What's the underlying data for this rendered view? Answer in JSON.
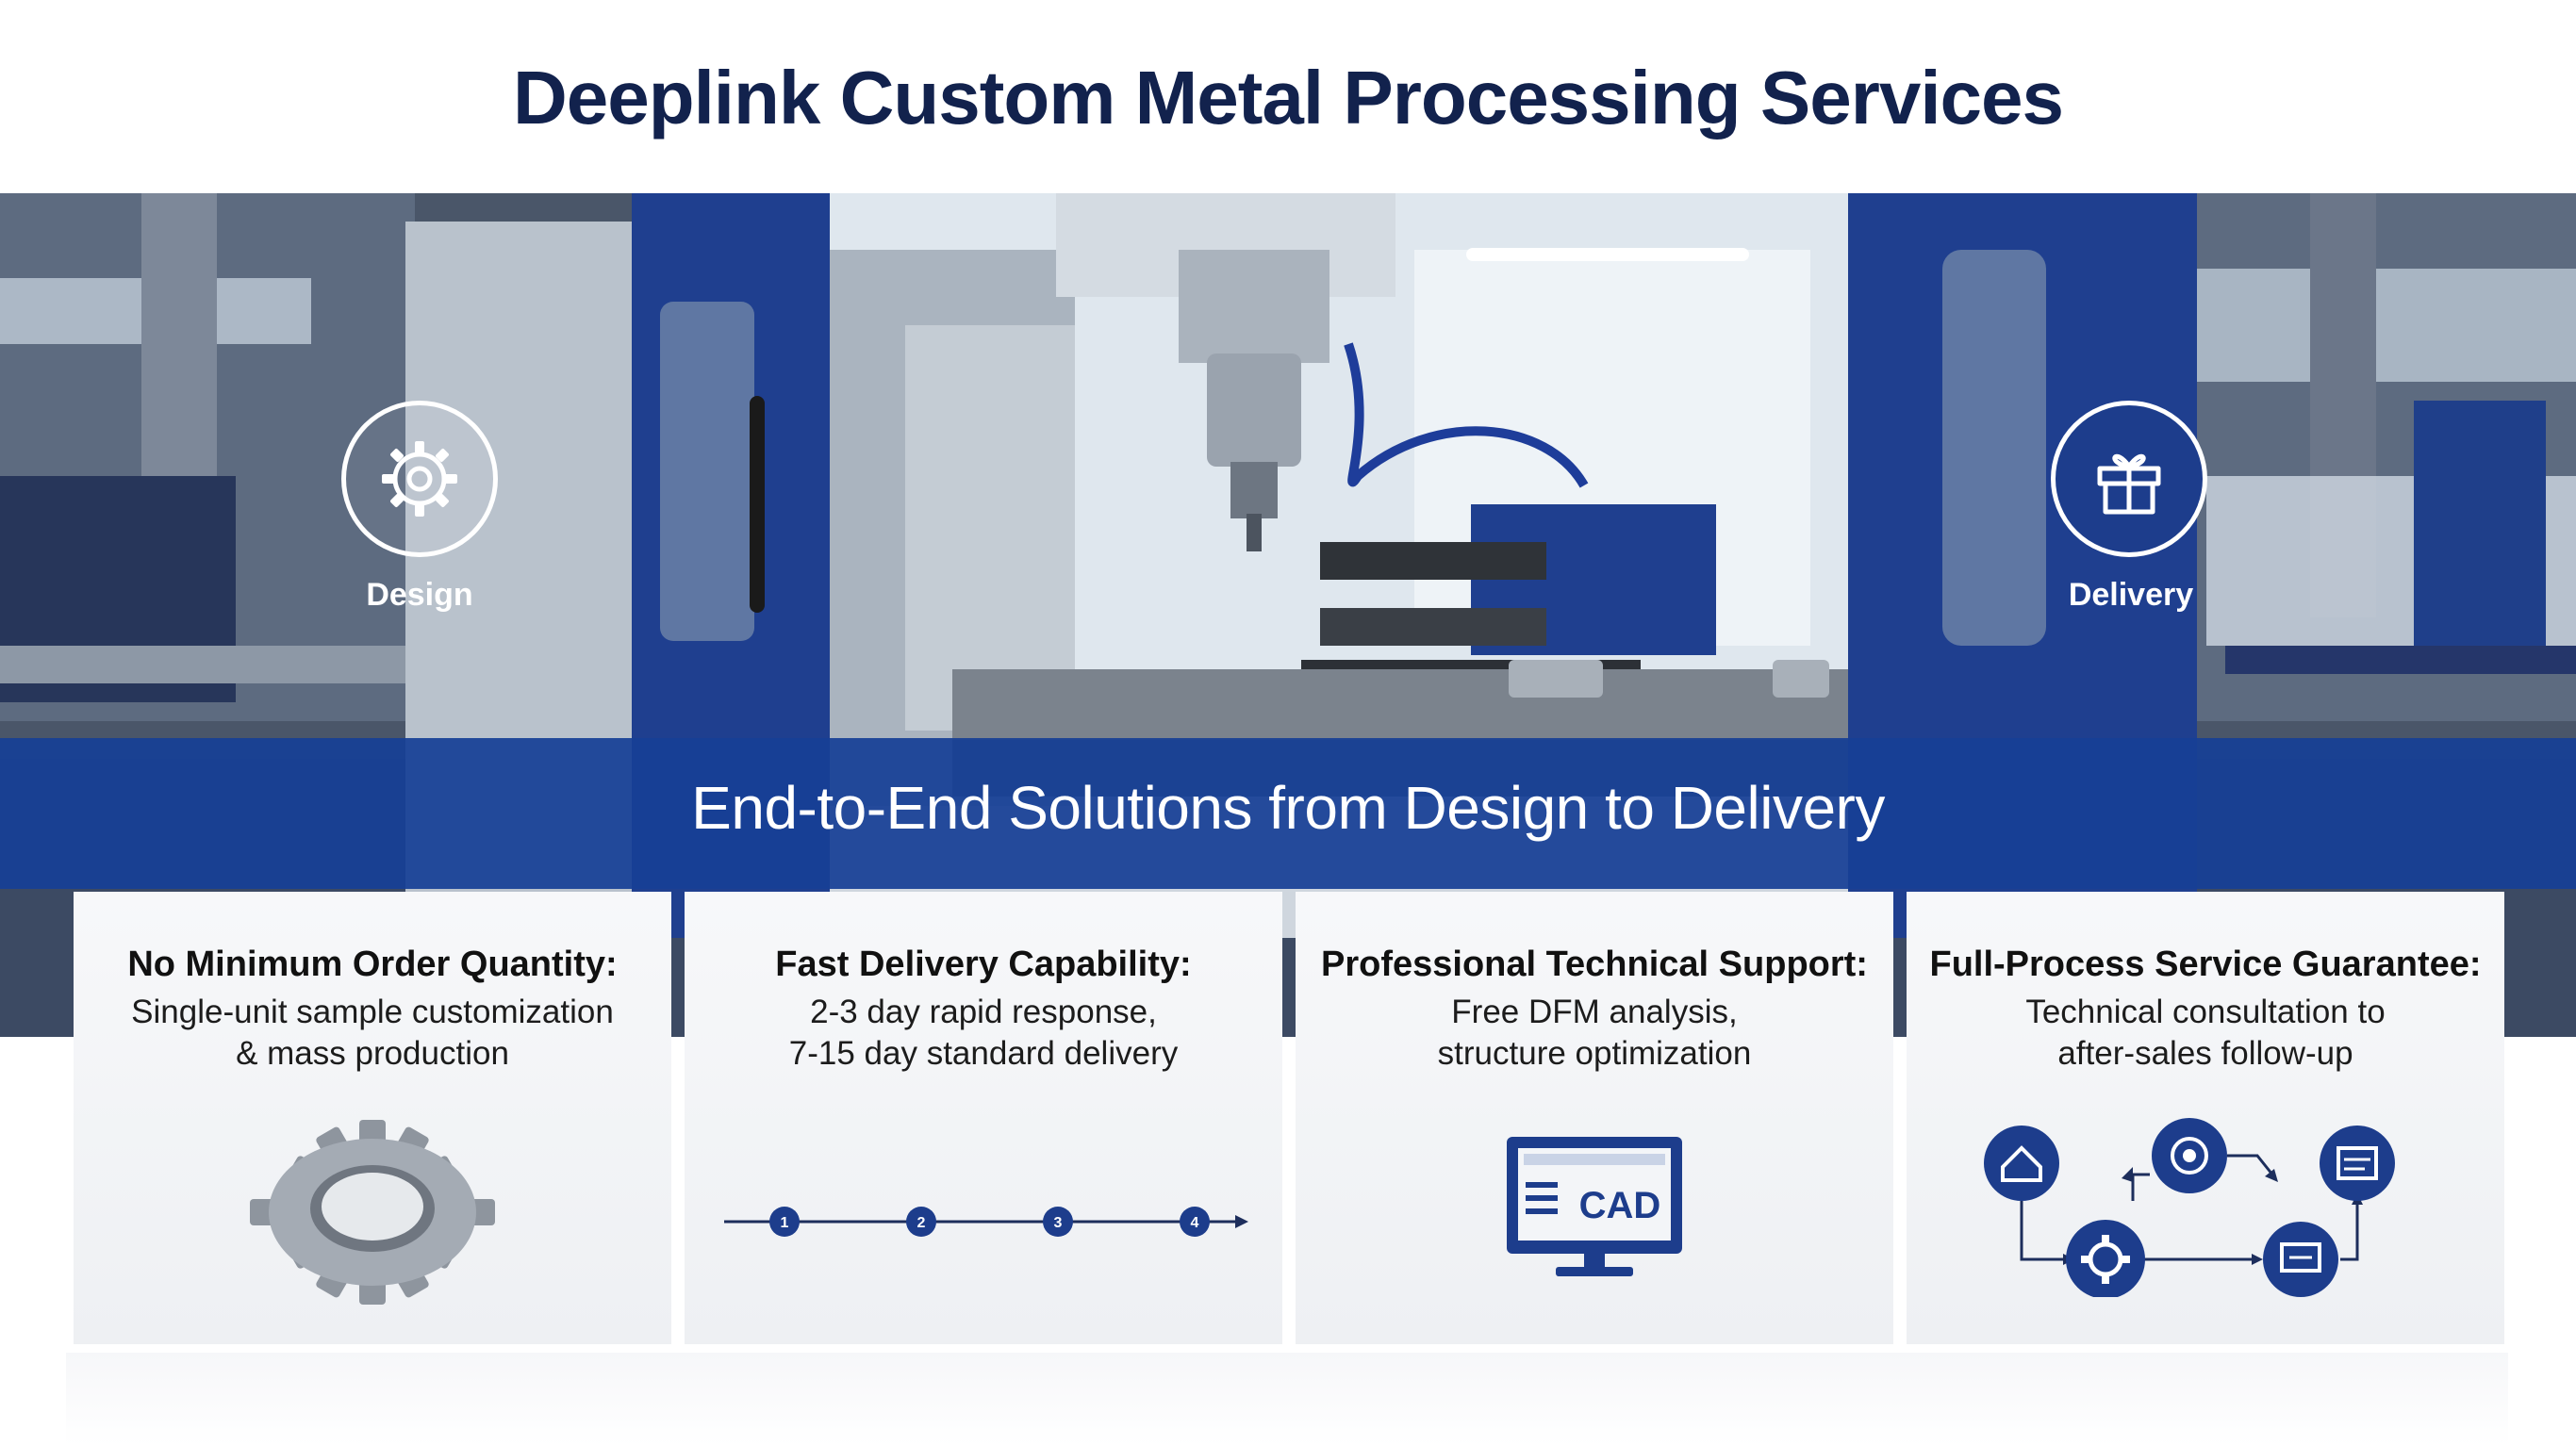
{
  "page": {
    "title": "Deeplink Custom Metal Processing Services"
  },
  "hero": {
    "badges": [
      {
        "label": "Design",
        "icon": "gear-icon"
      },
      {
        "label": "Delivery",
        "icon": "gift-box-icon"
      }
    ],
    "band_text": "End-to-End Solutions from Design to Delivery"
  },
  "cards": [
    {
      "heading": "No Minimum Order Quantity:",
      "body": "Single-unit sample customization\n& mass production",
      "illustration": "metal-gear"
    },
    {
      "heading": "Fast Delivery Capability:",
      "body": "2-3 day rapid response,\n7-15 day standard delivery",
      "illustration": "timeline",
      "timeline_steps": [
        "1",
        "2",
        "3",
        "4"
      ]
    },
    {
      "heading": "Professional Technical Support:",
      "body": "Free DFM analysis,\nstructure optimization",
      "illustration": "monitor",
      "monitor_text": "CAD"
    },
    {
      "heading": "Full-Process Service Guarantee:",
      "body": "Technical consultation to\nafter-sales follow-up",
      "illustration": "process-flow",
      "flow_icons": [
        "home-icon",
        "consult-icon",
        "document-icon",
        "gear-icon",
        "support-icon"
      ]
    }
  ],
  "colors": {
    "navy": "#12224d",
    "brand_blue": "#1d3d8c",
    "band_blue": "#173f96"
  }
}
